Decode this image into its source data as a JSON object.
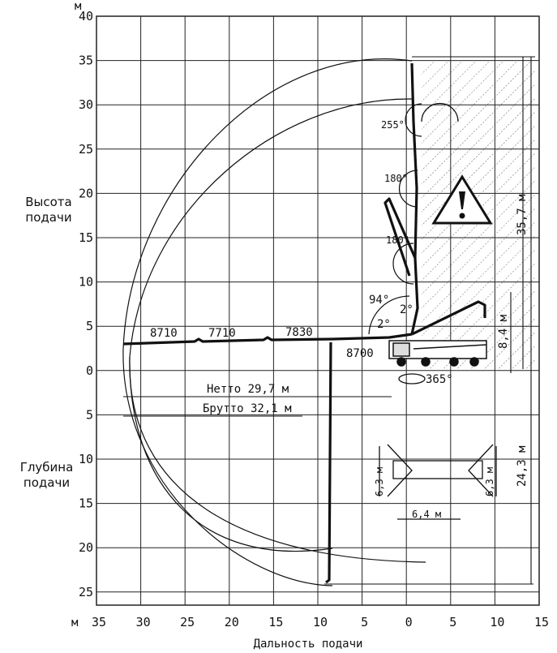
{
  "axes": {
    "unit_top": "м",
    "unit_bottom": "м",
    "height_label_line1": "Высота",
    "height_label_line2": "подачи",
    "depth_label_line1": "Глубина",
    "depth_label_line2": "подачи",
    "reach_label": "Дальность подачи",
    "left_ticks": [
      "40",
      "35",
      "30",
      "25",
      "20",
      "15",
      "10",
      "5",
      "0",
      "5",
      "10",
      "15",
      "20",
      "25"
    ],
    "bottom_ticks": [
      "35",
      "30",
      "25",
      "20",
      "15",
      "10",
      "5",
      "0",
      "5",
      "10",
      "15"
    ]
  },
  "boom": {
    "section_lengths": [
      "8710",
      "7710",
      "7830",
      "8700"
    ],
    "angles": [
      "255°",
      "180°",
      "180°",
      "94°",
      "2°",
      "2°"
    ],
    "rotation": "365°"
  },
  "dimensions": {
    "net_reach": "Нетто 29,7 м",
    "gross_reach": "Брутто 32,1 м",
    "total_height": "35,7 м",
    "pivot_height": "8,4 м",
    "depth": "24,3 м",
    "outrigger_front": "6,3 м",
    "outrigger_rear": "6,3 м",
    "outrigger_spread": "6,4 м"
  },
  "colors": {
    "ink": "#111111",
    "grid": "#222222",
    "paper": "#ffffff"
  }
}
